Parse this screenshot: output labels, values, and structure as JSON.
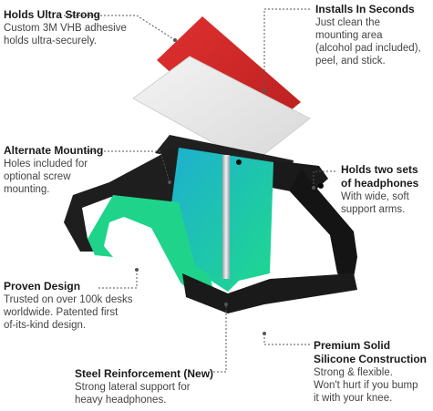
{
  "callouts": {
    "holds_ultra_strong": {
      "title": "Holds Ultra Strong",
      "lines": [
        "Custom 3M VHB adhesive",
        "holds ultra-securely."
      ]
    },
    "installs_in_seconds": {
      "title": "Installs In Seconds",
      "lines": [
        "Just clean the",
        "mounting area",
        "(alcohol pad included),",
        "peel, and stick."
      ]
    },
    "alternate_mounting": {
      "title": "Alternate Mounting",
      "lines": [
        "Holes included for",
        "optional screw",
        "mounting."
      ]
    },
    "holds_two_sets": {
      "title_lines": [
        "Holds two sets",
        "of headphones"
      ],
      "lines": [
        "With wide, soft",
        "support arms."
      ]
    },
    "proven_design": {
      "title": "Proven Design",
      "lines": [
        "Trusted on over 100k desks",
        "worldwide. Patented first",
        "of-its-kind design."
      ]
    },
    "premium_solid": {
      "title_lines": [
        "Premium Solid",
        "Silicone Construction"
      ],
      "lines": [
        "Strong & flexible.",
        "Won't hurt if you bump",
        "it with your knee."
      ]
    },
    "steel_reinforcement": {
      "title": "Steel Reinforcement (New)",
      "lines": [
        "Strong lateral support for",
        "heavy headphones."
      ]
    }
  },
  "colors": {
    "adhesive_red": "#d42a2a",
    "pad_white": "#e8e8e8",
    "body_black": "#1e1e1e",
    "accent_teal": "#1fb5c8",
    "accent_green": "#1ed98a",
    "steel": "#c8ccd0",
    "leader_line": "#555555"
  }
}
